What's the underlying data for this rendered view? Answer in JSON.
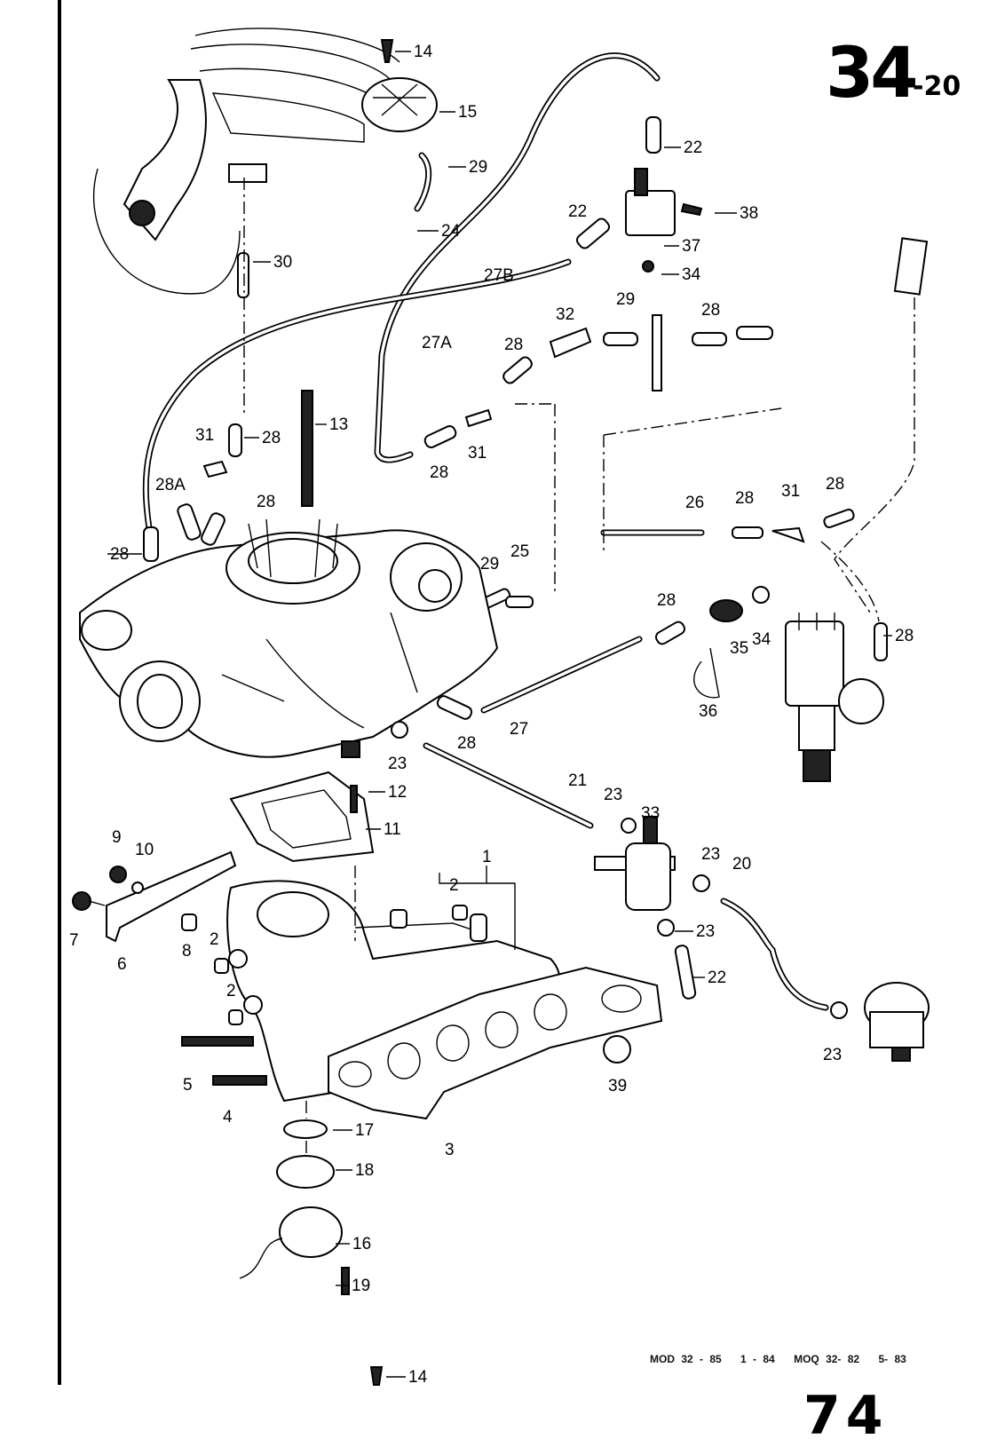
{
  "page": {
    "number": "34",
    "sub": "-20"
  },
  "footer": {
    "items": [
      "MOD 32 - 85",
      "1 - 84",
      "MOQ 32- 82",
      "5- 83"
    ],
    "corner_mark": "74"
  },
  "labels": [
    "14",
    "15",
    "29",
    "22",
    "38",
    "22",
    "37",
    "34",
    "24",
    "30",
    "27B",
    "27A",
    "32",
    "29",
    "28",
    "28",
    "13",
    "28",
    "31",
    "28",
    "31",
    "28A",
    "28",
    "26",
    "28",
    "31",
    "28",
    "28",
    "29",
    "25",
    "28",
    "35",
    "34",
    "28",
    "36",
    "28",
    "27",
    "23",
    "12",
    "11",
    "21",
    "23",
    "33",
    "9",
    "10",
    "23",
    "20",
    "1",
    "2",
    "7",
    "6",
    "8",
    "2",
    "23",
    "22",
    "2",
    "5",
    "4",
    "39",
    "17",
    "3",
    "18",
    "23",
    "16",
    "19",
    "14"
  ]
}
